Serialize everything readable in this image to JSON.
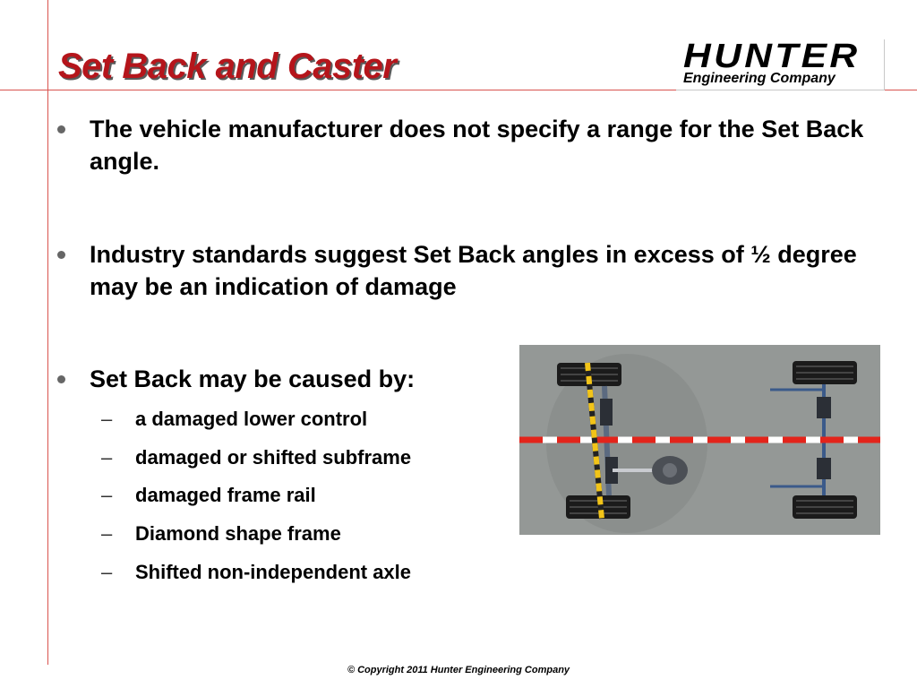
{
  "slide": {
    "title": "Set Back and Caster",
    "logo": {
      "top": "HUNTER",
      "bottom": "Engineering Company"
    },
    "bullets": [
      {
        "text": "The vehicle manufacturer does not specify a range for the Set Back angle."
      },
      {
        "text": "Industry standards suggest Set Back angles in excess of ½ degree may be an indication of damage"
      },
      {
        "text": "Set Back may be caused by:"
      }
    ],
    "sub_bullets": [
      "a damaged lower  control",
      "damaged or shifted subframe",
      "damaged frame rail",
      "Diamond shape frame",
      "Shifted non-independent axle"
    ],
    "footer": "© Copyright 2011 Hunter Engineering Company"
  },
  "colors": {
    "title": "#b5151b",
    "rule_lines": "#d9534f",
    "reference_line": "#e3241b",
    "setback_line": "#f2c418"
  },
  "figure": {
    "description_icon": "vehicle-chassis-diagram"
  }
}
